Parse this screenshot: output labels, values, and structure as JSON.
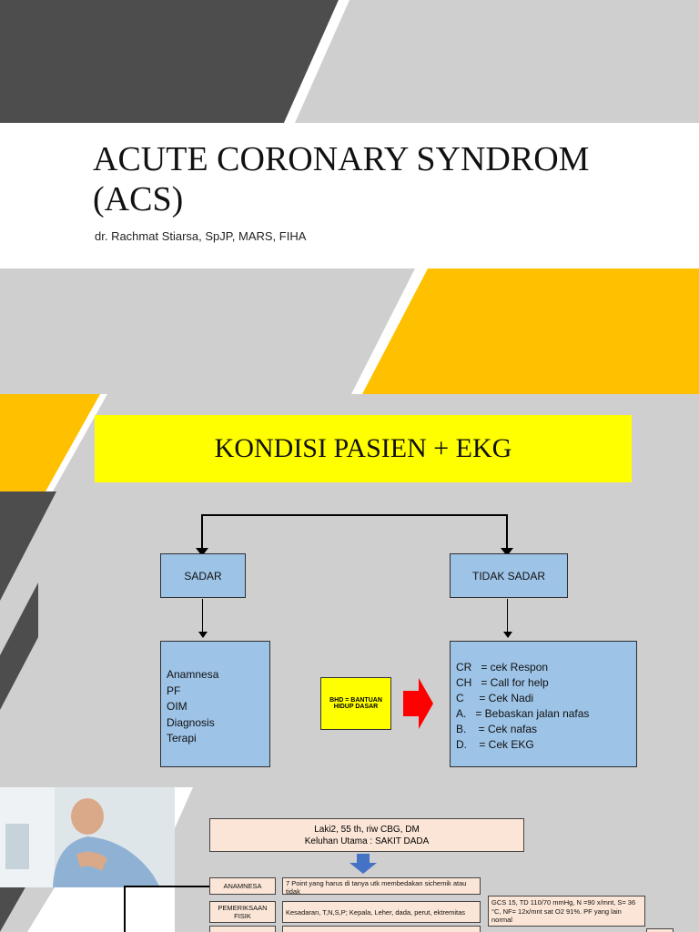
{
  "slide1": {
    "title_line1": "ACUTE CORONARY SYNDROM",
    "title_line2": "(ACS)",
    "author": "dr. Rachmat Stiarsa, SpJP, MARS, FIHA"
  },
  "slide2": {
    "heading": "KONDISI PASIEN + EKG"
  },
  "slide3": {
    "left_box": "SADAR",
    "right_box": "TIDAK SADAR",
    "left_list": [
      "Anamnesa",
      "PF",
      "OIM",
      "Diagnosis",
      "Terapi"
    ],
    "bhd_label": "BHD = BANTUAN HIDUP DASAR",
    "right_list": [
      "CR   = cek Respon",
      "CH   = Call for help",
      "C     = Cek Nadi",
      "A.   = Bebaskan jalan nafas",
      "B.    = Cek nafas",
      "D.    = Cek EKG"
    ]
  },
  "slide4": {
    "case_line1": "Laki2, 55 th, riw  CBG, DM",
    "case_line2": "Keluhan Utama : SAKIT DADA",
    "row1_label": "ANAMNESA",
    "row1_text": "7 Point yang harus di tanya utk membedakan sichemik atau tidak",
    "row2_label": "PEMERIKSAAN FISIK",
    "row2_text": "Kesadaran, T,N,S,P; Kepala, Leher, dada, perut, ektremitas",
    "vitals_text": "GCS 15, TD 110/70 mmHg, N =90 x/mnt, S= 36 °C, NF= 12x/mnt sat O2 91%. PF yang lain normal"
  },
  "colors": {
    "dark_gray": "#4d4d4d",
    "light_gray": "#cfcfcf",
    "gold": "#ffc000",
    "yellow": "#ffff00",
    "blue_box": "#9dc3e6",
    "red_arrow": "#ff0000"
  }
}
